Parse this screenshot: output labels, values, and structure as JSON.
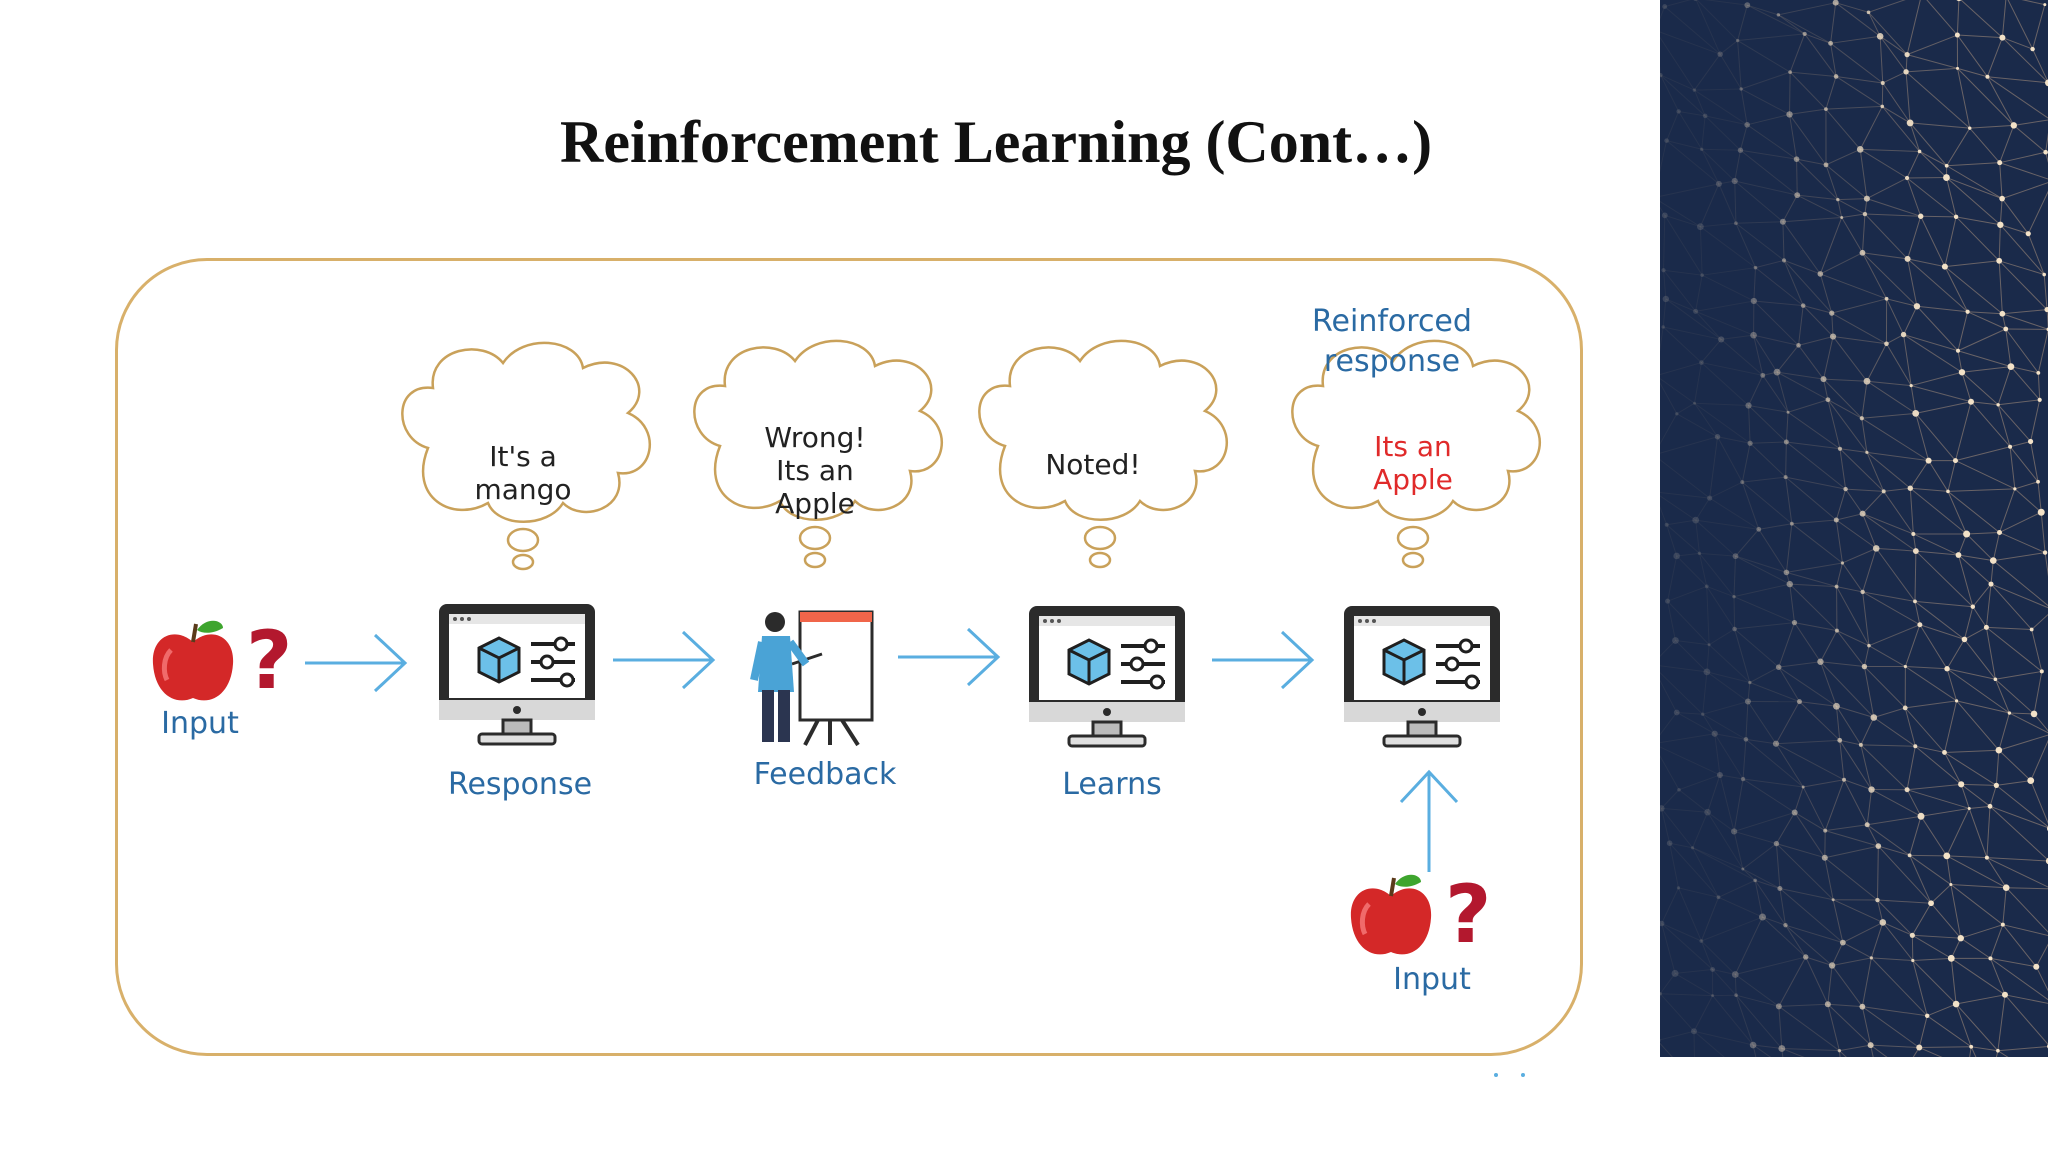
{
  "title": "Reinforcement Learning (Cont…)",
  "stages": {
    "input_label": "Input",
    "response_label": "Response",
    "feedback_label": "Feedback",
    "learns_label": "Learns",
    "reinforced_header": "Reinforced\nresponse",
    "input2_label": "Input"
  },
  "thoughts": {
    "response": "It's a\nmango",
    "feedback": "Wrong!\nIts an\nApple",
    "learns": "Noted!",
    "reinforced": "Its an\nApple"
  },
  "question_mark": "?",
  "colors": {
    "frame": "#d8b06a",
    "arrow": "#5aaee0",
    "label": "#2a6aa3",
    "reinforced_text": "#e02a2a",
    "apple": "#d42828",
    "question": "#b3182e",
    "panel": "#1a2a4a"
  },
  "icons": [
    "apple-icon",
    "question-mark-icon",
    "monitor-icon",
    "presenter-icon",
    "thought-cloud-icon",
    "arrow-right-icon",
    "arrow-up-icon"
  ]
}
